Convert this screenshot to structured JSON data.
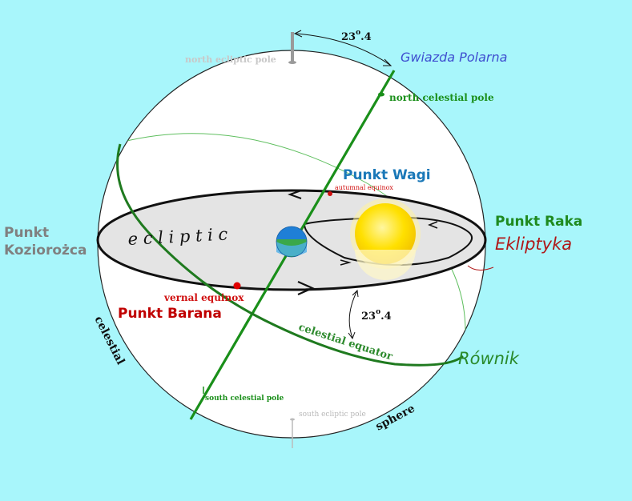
{
  "labels": {
    "angle_top": "23",
    "angle_top_sup": "o",
    "angle_top_dec": ".4",
    "angle_bottom": "23",
    "angle_bottom_sup": "o",
    "angle_bottom_dec": ".4",
    "north_ecliptic_pole": "north ecliptic pole",
    "south_ecliptic_pole": "south ecliptic pole",
    "north_celestial_pole": "north celestial pole",
    "south_celestial_pole": "south celestial pole",
    "gwiazda_polarna": "Gwiazda Polarna",
    "punkt_wagi": "Punkt Wagi",
    "autumnal_equinox": "autumnal equinox",
    "punkt_raka": "Punkt Raka",
    "ekliptyka": "Ekliptyka",
    "punkt_kozioroza_1": "Punkt",
    "punkt_kozioroza_2": "Koziorożca",
    "ecliptic": "e c l i p t i c",
    "vernal_equinox": "vernal equinox",
    "punkt_barana": "Punkt Barana",
    "celestial_equator": "celestial  equator",
    "rownik": "Równik",
    "celestial": "celestial",
    "sphere": "sphere"
  },
  "colors": {
    "background": "#a8f6fb",
    "sphere_fill": "#ffffff",
    "ecliptic_plane": "#e4e4e4",
    "axis_green": "#1a8f1a",
    "equator_green": "#2d8a2d",
    "gwiazda_blue": "#3f4fd0",
    "punkt_wagi_blue": "#1a78b8",
    "punkt_raka_green": "#1f8a1f",
    "ekliptyka_red": "#b01818",
    "kozioroza_gray": "#808080",
    "barana_red": "#c00000",
    "equinox_red": "#d01010",
    "rownik_green": "#2a8a2a",
    "sun": "#ffd800",
    "earth_blue": "#1f7fd6",
    "earth_green": "#3aa84a"
  }
}
